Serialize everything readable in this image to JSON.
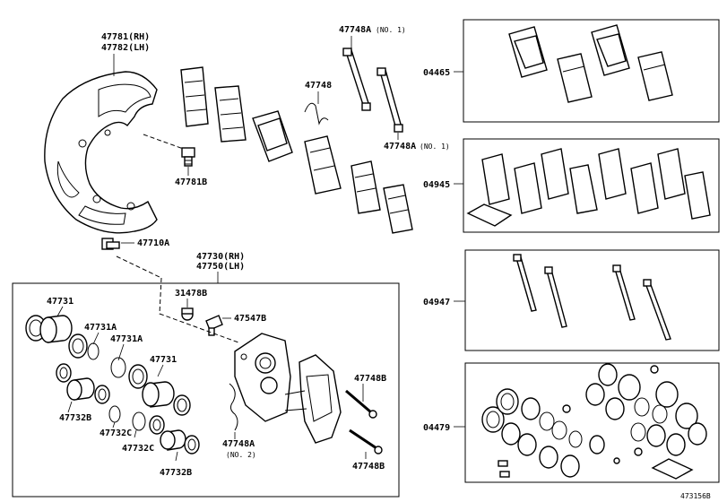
{
  "labels": {
    "shield_rh": "47781(RH)",
    "shield_lh": "47782(LH)",
    "bolt_47781b": "47781B",
    "bolt_47710a": "47710A",
    "caliper_rh": "47730(RH)",
    "caliper_lh": "47750(LH)",
    "clip_top": "47748A",
    "clip_top_note": "(NO. 1)",
    "spring_47748": "47748",
    "clip_mid": "47748A",
    "clip_mid_note": "(NO. 1)",
    "bleeder_31478b": "31478B",
    "bleeder_47547b": "47547B",
    "piston_47731_a": "47731",
    "seal_47731a_1": "47731A",
    "seal_47731a_2": "47731A",
    "piston_47731_b": "47731",
    "boot_47732b_1": "47732B",
    "ring_47732c_1": "47732C",
    "ring_47732c_2": "47732C",
    "boot_47732b_2": "47732B",
    "pin_47748b_1": "47748B",
    "pin_47748b_2": "47748B",
    "clip_no2": "47748A",
    "clip_no2_note": "(NO. 2)",
    "kit_04465": "04465",
    "kit_04945": "04945",
    "kit_04947": "04947",
    "kit_04479": "04479",
    "figure_id": "473156B"
  }
}
